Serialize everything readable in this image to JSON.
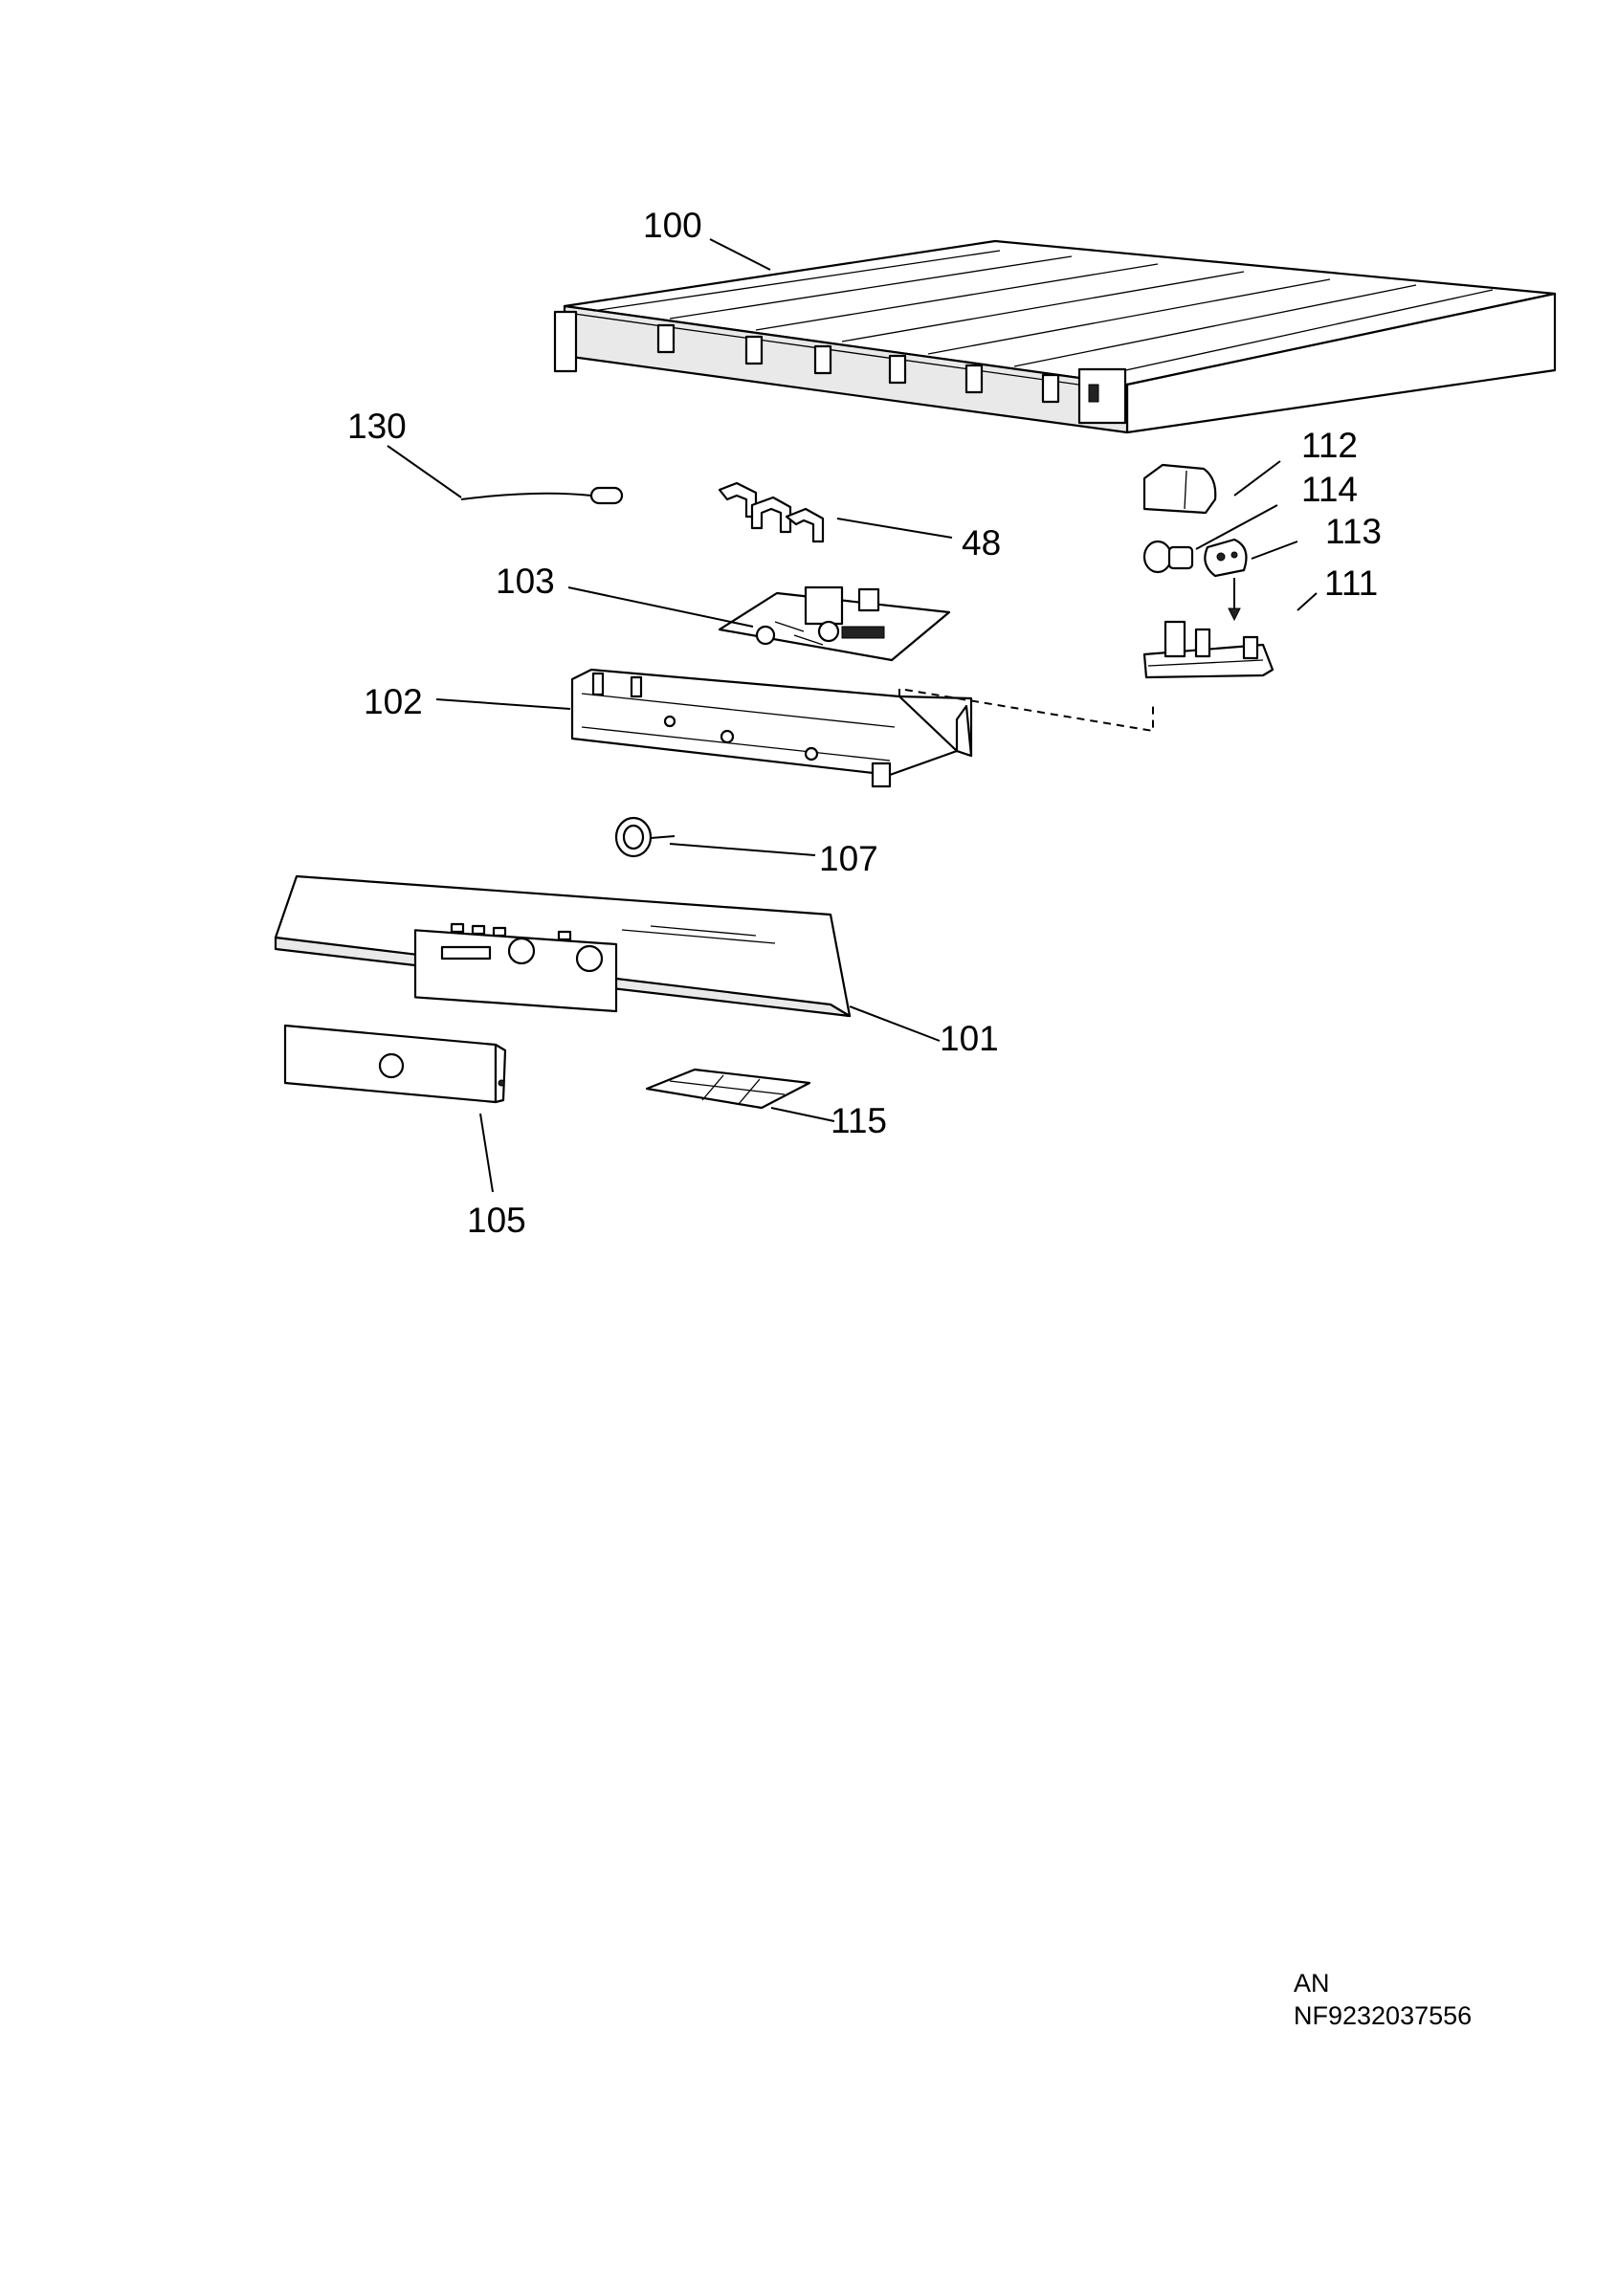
{
  "callouts": {
    "p100": "100",
    "p130": "130",
    "p48": "48",
    "p103": "103",
    "p102": "102",
    "p107": "107",
    "p101": "101",
    "p105": "105",
    "p115": "115",
    "p112": "112",
    "p114": "114",
    "p113": "113",
    "p111": "111"
  },
  "footer": {
    "line1": "AN",
    "line2": "NF9232037556"
  }
}
